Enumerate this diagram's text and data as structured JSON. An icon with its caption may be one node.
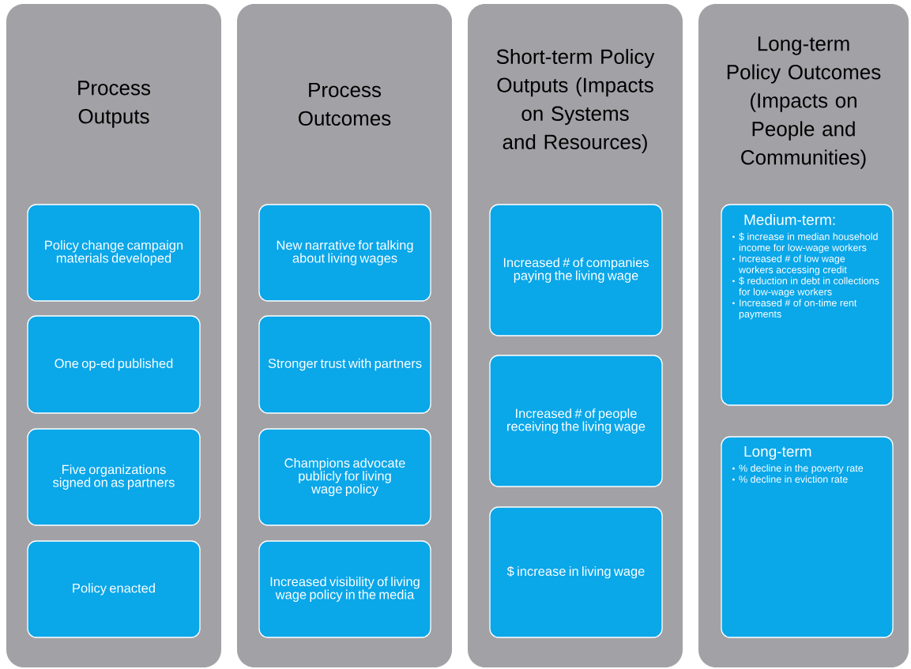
{
  "diagram": {
    "nodes": [
      {
        "text": [
          "Process Outputs"
        ]
      },
      {
        "text": [
          "Policy change campaign materials developed"
        ],
        "in": 0
      },
      {
        "text": [
          "One op-ed published"
        ],
        "in": 0
      },
      {
        "text": [
          "Five organizations signed on as partners"
        ],
        "in": 0
      },
      {
        "text": [
          "Policy enacted"
        ],
        "in": 0
      },
      {
        "text": [
          "Process Outcomes"
        ]
      },
      {
        "text": [
          "New narrative for talking about living wages"
        ],
        "in": 5
      },
      {
        "text": [
          "Stronger trust with partners"
        ],
        "in": 5
      },
      {
        "text": [
          "Champions advocate publicly for living wage policy"
        ],
        "in": 5
      },
      {
        "text": [
          "Increased visibility of living wage policy in the media"
        ],
        "in": 5
      },
      {
        "text": [
          "Short-term Policy Outputs (Impacts on Systems and Resources)"
        ]
      },
      {
        "text": [
          "Increased # of companies paying the living wage"
        ],
        "in": 10
      },
      {
        "text": [
          "Increased # of people receiving the living wage"
        ],
        "in": 10
      },
      {
        "text": [
          "$ increase in living wage"
        ],
        "in": 10
      },
      {
        "text": [
          "Long-term Policy Outcomes (Impacts on People and Communities)"
        ]
      },
      {
        "text": [
          "Medium-term:",
          "$ increase in median household income for low-wage workers",
          "Increased # of low wage workers accessing credit",
          "$ reduction in debt in collections for low-wage workers",
          "Increased # of on-time rent payments"
        ],
        "in": 14
      },
      {
        "text": [
          "Long-term",
          "% decline in the poverty rate",
          "% decline in eviction rate"
        ],
        "in": 14
      }
    ],
    "edges": []
  }
}
